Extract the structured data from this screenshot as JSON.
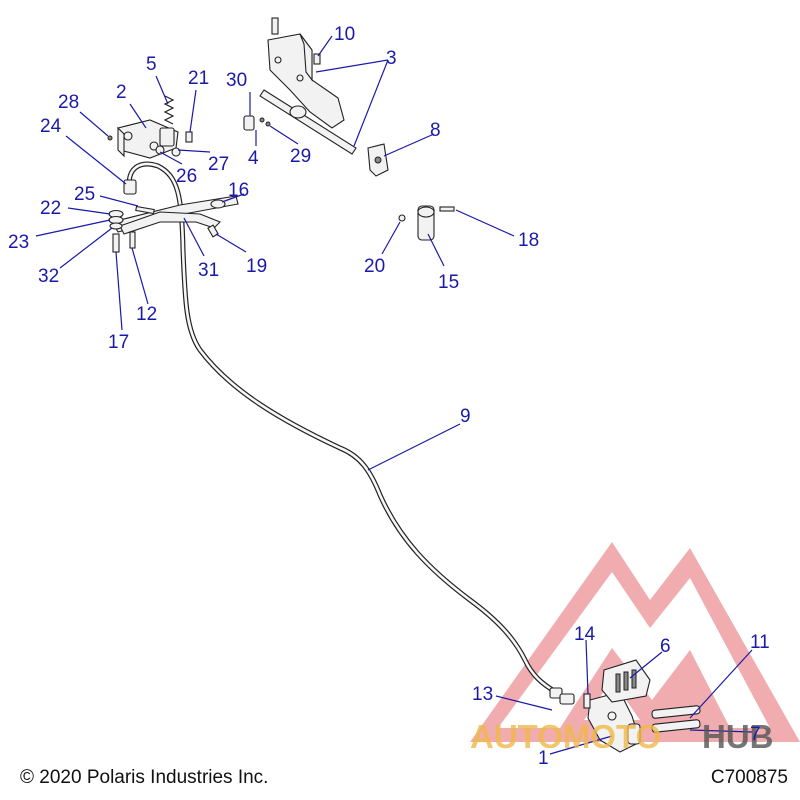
{
  "diagram": {
    "part_numbers": [
      "1",
      "2",
      "3",
      "4",
      "5",
      "6",
      "7",
      "8",
      "9",
      "10",
      "11",
      "12",
      "13",
      "14",
      "15",
      "16",
      "17",
      "18",
      "19",
      "20",
      "21",
      "22",
      "23",
      "24",
      "25",
      "26",
      "27",
      "28",
      "29",
      "30",
      "31",
      "32"
    ]
  },
  "footer": {
    "copyright": "© 2020 Polaris Industries Inc.",
    "drawing_id": "C700875"
  },
  "watermark": {
    "word_1": "AUTOMOTO",
    "word_2": "HUB",
    "color_primary": "#e0474c",
    "color_secondary": "#f0b94a",
    "color_hub": "#555555"
  },
  "colors": {
    "callout": "#1a1aa8",
    "line": "#222222"
  }
}
